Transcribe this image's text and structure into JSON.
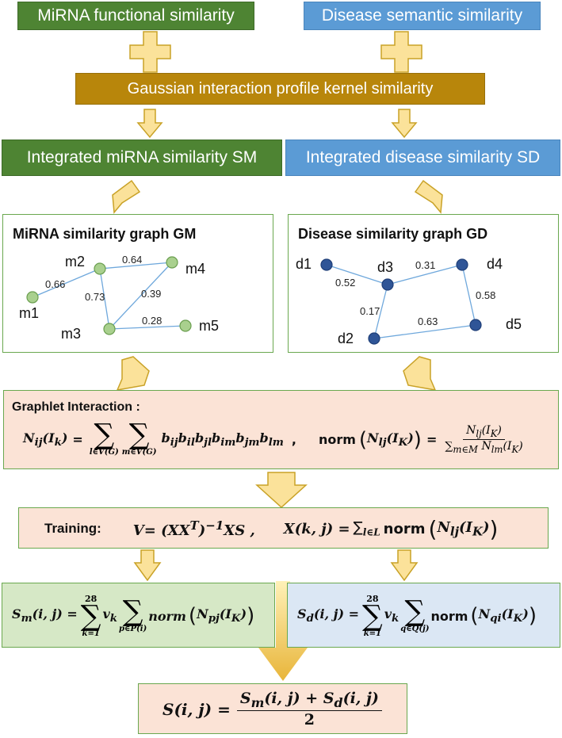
{
  "top": {
    "mirna_functional": "MiRNA functional similarity",
    "disease_semantic": "Disease semantic similarity",
    "gaussian": "Gaussian interaction profile kernel similarity",
    "integrated_mirna": "Integrated miRNA similarity SM",
    "integrated_disease": "Integrated disease similarity SD"
  },
  "mirna_graph": {
    "title": "MiRNA similarity  graph GM",
    "nodes": [
      {
        "id": "m1",
        "label": "m1"
      },
      {
        "id": "m2",
        "label": "m2"
      },
      {
        "id": "m3",
        "label": "m3"
      },
      {
        "id": "m4",
        "label": "m4"
      },
      {
        "id": "m5",
        "label": "m5"
      }
    ],
    "edges": [
      {
        "from": "m1",
        "to": "m2",
        "weight": "0.66"
      },
      {
        "from": "m2",
        "to": "m4",
        "weight": "0.64"
      },
      {
        "from": "m2",
        "to": "m3",
        "weight": "0.73"
      },
      {
        "from": "m3",
        "to": "m4",
        "weight": "0.39"
      },
      {
        "from": "m3",
        "to": "m5",
        "weight": "0.28"
      }
    ]
  },
  "disease_graph": {
    "title": "Disease similarity graph GD",
    "nodes": [
      {
        "id": "d1",
        "label": "d1"
      },
      {
        "id": "d2",
        "label": "d2"
      },
      {
        "id": "d3",
        "label": "d3"
      },
      {
        "id": "d4",
        "label": "d4"
      },
      {
        "id": "d5",
        "label": "d5"
      }
    ],
    "edges": [
      {
        "from": "d1",
        "to": "d3",
        "weight": "0.52"
      },
      {
        "from": "d3",
        "to": "d4",
        "weight": "0.31"
      },
      {
        "from": "d3",
        "to": "d2",
        "weight": "0.17"
      },
      {
        "from": "d4",
        "to": "d5",
        "weight": "0.58"
      },
      {
        "from": "d2",
        "to": "d5",
        "weight": "0.63"
      }
    ]
  },
  "graphlet": {
    "title": "Graphlet Interaction :",
    "lhs": "N",
    "lhs_sub": "ij",
    "lhs_arg": "(I",
    "lhs_arg_sub": "k",
    "sum1_lim": "l∈V(G)",
    "sum2_lim": "m∈V(G)",
    "product": "b",
    "norm_label": "norm",
    "norm_arg": "N",
    "norm_arg_sub": "lj",
    "frac_num": "N",
    "frac_num_sub": "lj",
    "frac_den_sum": "∑",
    "frac_den_sum_sub": "m∈M",
    "frac_den": "N",
    "frac_den_sub": "lm"
  },
  "training": {
    "label": "Training:",
    "formula_v": "V= (XX",
    "formula_v_sup": "T",
    "formula_v_rest": ")",
    "formula_v_inv": "−1",
    "formula_v_end": "XS ,",
    "formula_x": "X(k, j) = ",
    "formula_x_sum": "∑",
    "formula_x_sum_sub": "l∈L",
    "norm_label": "norm"
  },
  "sm_formula": {
    "lhs": "S",
    "lhs_sub": "m",
    "lhs_args": "(i, j) =",
    "sum_top": "28",
    "sum_bottom": "k=1",
    "v": "v",
    "v_sub": "k",
    "inner_sub": "p∈P(i)",
    "norm_label": "norm",
    "n": "N",
    "n_sub": "pj"
  },
  "sd_formula": {
    "lhs": "S",
    "lhs_sub": "d",
    "lhs_args": "(i, j) =",
    "sum_top": "28",
    "sum_bottom": "k=1",
    "v": "v",
    "v_sub": "k",
    "inner_sub": "q∈Q(j)",
    "norm_label": "norm",
    "n": "N",
    "n_sub": "qi"
  },
  "final_formula": {
    "lhs": "S(i, j) =",
    "num": "S",
    "num_sub1": "m",
    "num_mid": "(i, j) + S",
    "num_sub2": "d",
    "num_end": "(i, j)",
    "den": "2"
  },
  "colors": {
    "green": "#4e8433",
    "blue": "#5b9bd5",
    "gold": "#b8860b",
    "salmon": "#fbe3d6",
    "light_green": "#d6e8c6",
    "light_blue": "#dbe7f4",
    "arrow_fill": "#fbe29a",
    "arrow_stroke": "#c9a227",
    "mirna_node": "#a9d08e",
    "disease_node": "#2f5597",
    "edge": "#6fa8dc"
  }
}
